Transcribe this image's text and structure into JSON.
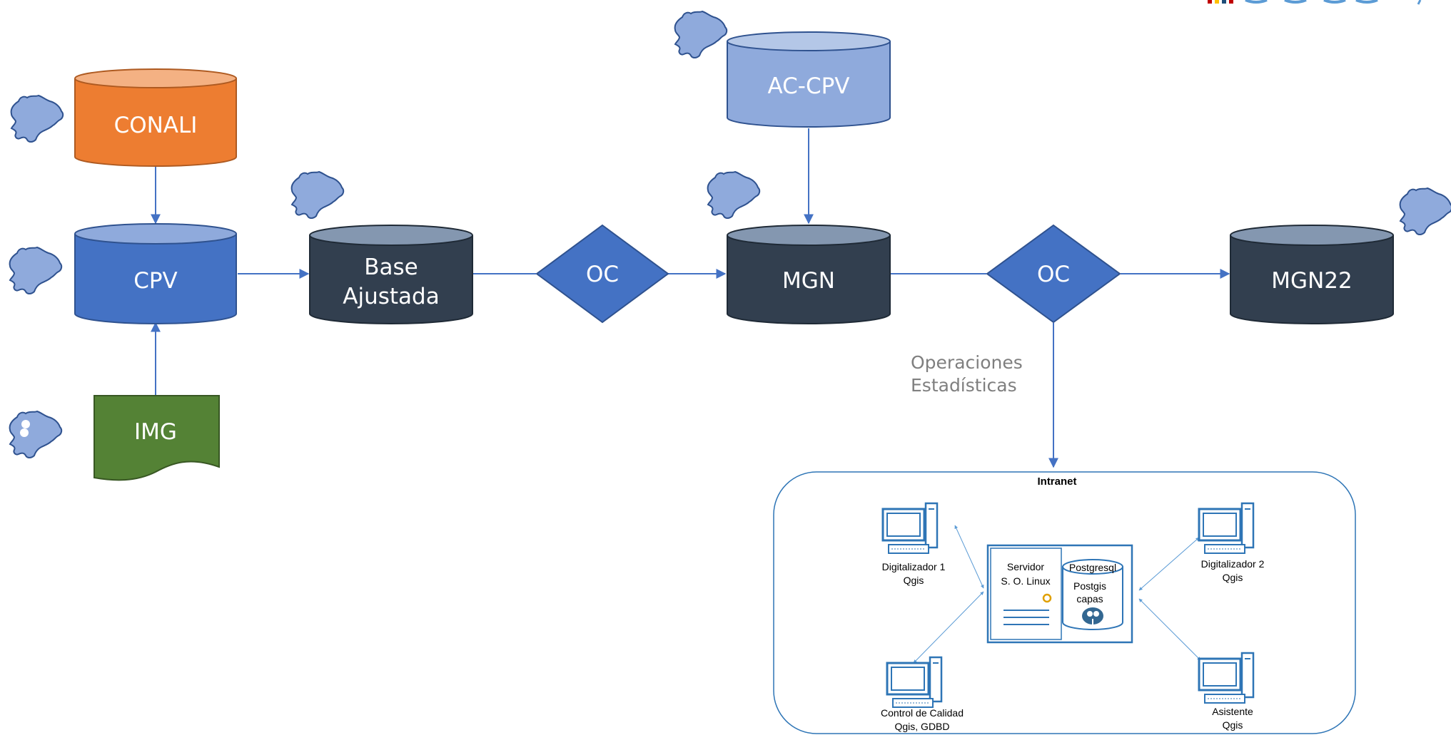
{
  "nodes": {
    "conali": "CONALI",
    "cpv": "CPV",
    "img": "IMG",
    "base_line1": "Base",
    "base_line2": "Ajustada",
    "oc_left": "OC",
    "ac_cpv": "AC-CPV",
    "mgn": "MGN",
    "oc_right": "OC",
    "mgn22": "MGN22"
  },
  "annotation": {
    "line1": "Operaciones",
    "line2": "Estadísticas"
  },
  "intranet": {
    "title": "Intranet",
    "digitalizador1_line1": "Digitalizador 1",
    "digitalizador1_line2": "Qgis",
    "digitalizador2_line1": "Digitalizador 2",
    "digitalizador2_line2": "Qgis",
    "control_line1": "Control de Calidad",
    "control_line2": "Qgis, GDBD",
    "asistente_line1": "Asistente",
    "asistente_line2": "Qgis",
    "server_line1": "Servidor",
    "server_line2": "S. O.  Linux",
    "db_line1": "Postgresql",
    "db_line2": "Postgis",
    "db_line3": "capas"
  },
  "colors": {
    "conali": "#ed7d31",
    "cpv": "#4472c4",
    "img": "#548235",
    "dark_db": "#323f4f",
    "ac_cpv": "#8faadc",
    "diamond": "#4472c4",
    "map": "#8faadc",
    "connector": "#4472c4",
    "network": "#2e75b6"
  },
  "icons": {
    "map": "ecuador-map-icon",
    "computer": "desktop-computer-icon",
    "server": "server-icon",
    "database": "database-icon",
    "postgresql": "elephant-logo-icon"
  }
}
